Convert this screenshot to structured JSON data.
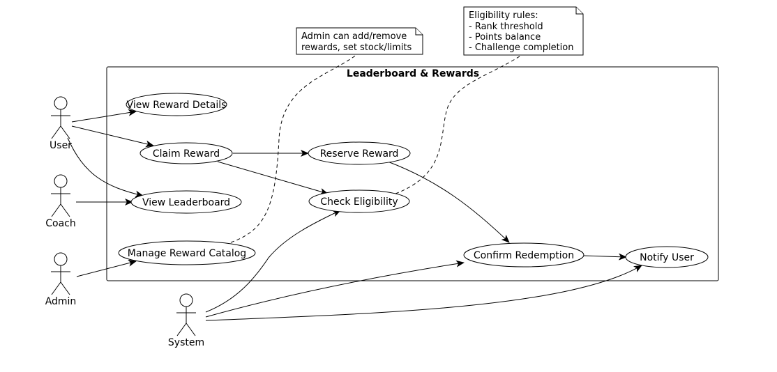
{
  "diagram": {
    "system_title": "Leaderboard & Rewards",
    "actors": {
      "user": "User",
      "coach": "Coach",
      "admin": "Admin",
      "system": "System"
    },
    "use_cases": {
      "view_reward_details": "View Reward Details",
      "claim_reward": "Claim Reward",
      "reserve_reward": "Reserve Reward",
      "view_leaderboard": "View Leaderboard",
      "check_eligibility": "Check Eligibility",
      "manage_reward_catalog": "Manage Reward Catalog",
      "confirm_redemption": "Confirm Redemption",
      "notify_user": "Notify User"
    },
    "notes": {
      "admin_note": [
        "Admin can add/remove",
        "rewards, set stock/limits"
      ],
      "eligibility_note": [
        "Eligibility rules:",
        "- Rank threshold",
        "- Points balance",
        "- Challenge completion"
      ]
    }
  }
}
